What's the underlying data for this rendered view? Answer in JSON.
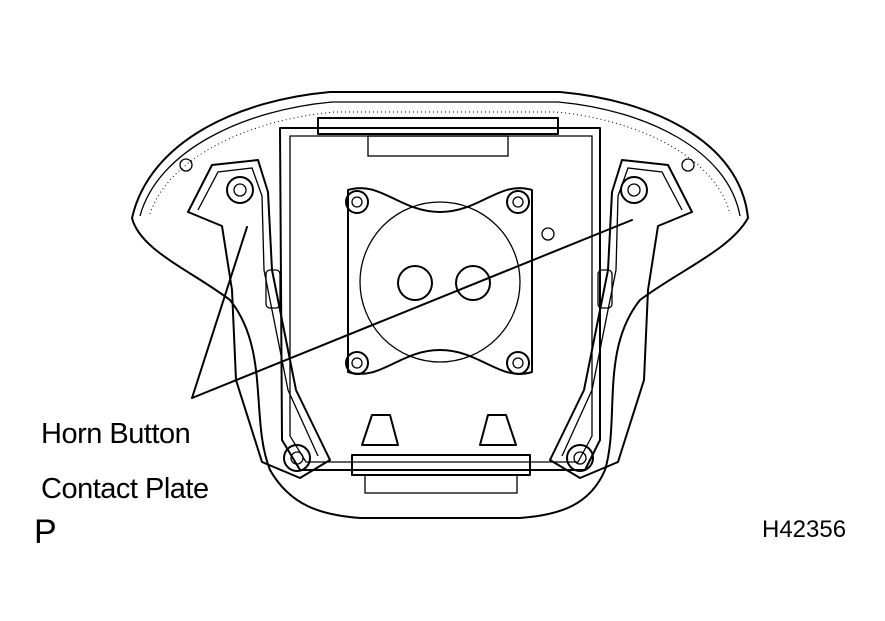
{
  "labels": {
    "horn_button": "Horn Button",
    "contact_plate": "Contact Plate",
    "view_marker": "P",
    "figure_code": "H42356"
  },
  "colors": {
    "line": "#000000",
    "background": "#ffffff"
  }
}
